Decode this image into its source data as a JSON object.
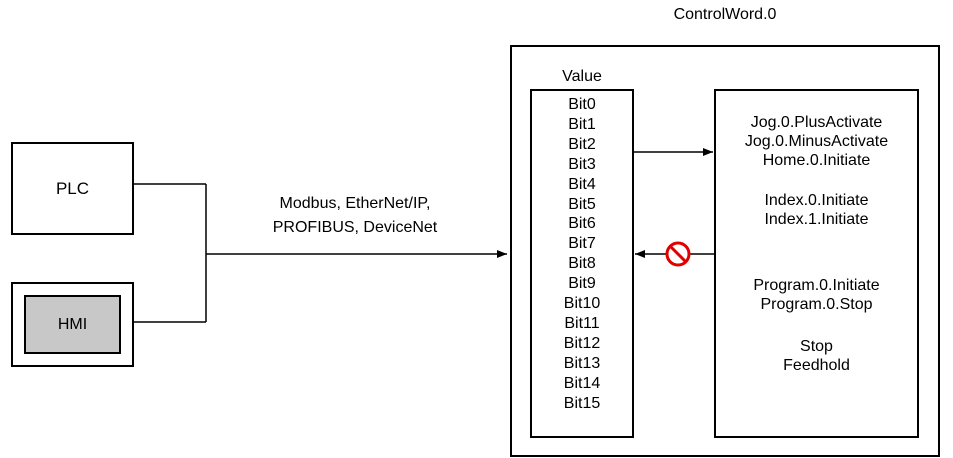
{
  "title": "ControlWord.0",
  "plc_label": "PLC",
  "hmi_label": "HMI",
  "protocols": [
    "Modbus, EtherNet/IP,",
    "PROFIBUS, DeviceNet"
  ],
  "value_label": "Value",
  "bits": [
    "Bit0",
    "Bit1",
    "Bit2",
    "Bit3",
    "Bit4",
    "Bit5",
    "Bit6",
    "Bit7",
    "Bit8",
    "Bit9",
    "Bit10",
    "Bit11",
    "Bit12",
    "Bit13",
    "Bit14",
    "Bit15"
  ],
  "function_groups": [
    [
      "Jog.0.PlusActivate",
      "Jog.0.MinusActivate",
      "Home.0.Initiate"
    ],
    [
      "Index.0.Initiate",
      "Index.1.Initiate"
    ],
    [
      "Program.0.Initiate",
      "Program.0.Stop"
    ],
    [
      "Stop",
      "Feedhold"
    ]
  ],
  "prohibited_icon": "no-entry-icon",
  "colors": {
    "line": "#000000",
    "hmi_fill": "#c8c8c8",
    "prohibited": "#e00000"
  }
}
